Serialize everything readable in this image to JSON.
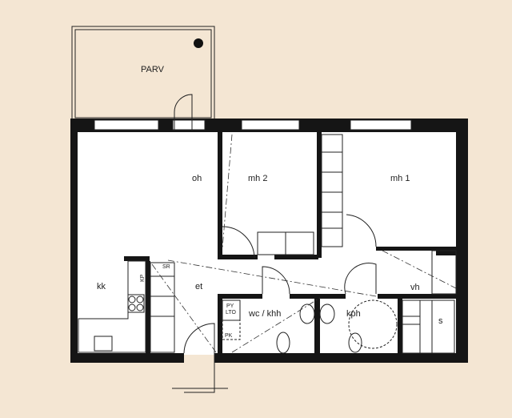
{
  "rooms": {
    "balcony": "PARV",
    "living": "oh",
    "bedroom2": "mh 2",
    "bedroom1": "mh 1",
    "kitchen": "kk",
    "hall": "et",
    "wc": "wc / khh",
    "bathroom": "kph",
    "wardrobe": "vh",
    "sauna": "s"
  },
  "fixtures": {
    "sr": "SR",
    "py": "PY",
    "lto": "LTO",
    "pk": "PK",
    "kp": "KP"
  },
  "colors": {
    "paper": "#f4e6d3",
    "wall": "#151515"
  }
}
